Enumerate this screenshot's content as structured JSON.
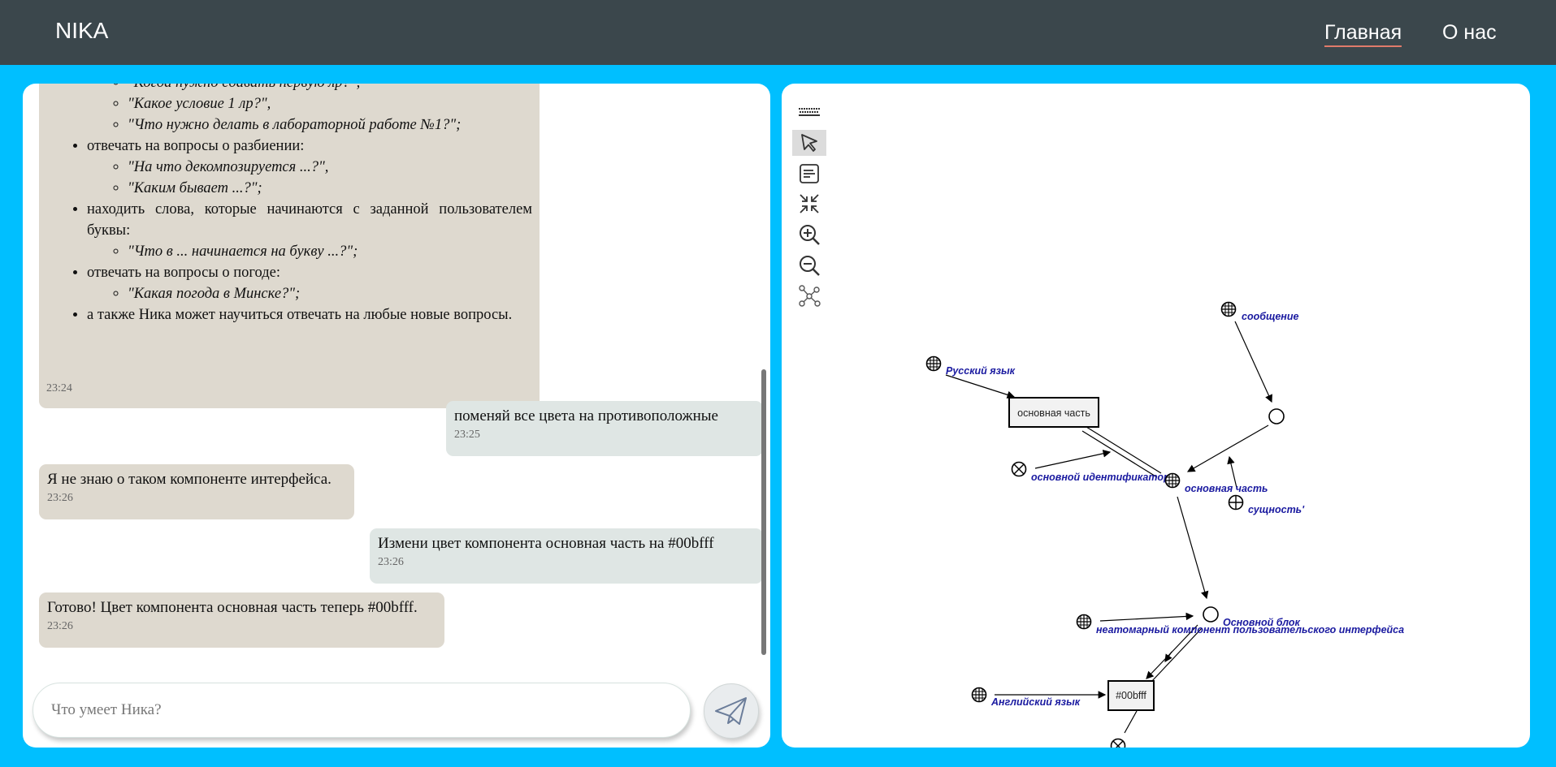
{
  "header": {
    "brand": "NIKA",
    "nav": {
      "home": "Главная",
      "about": "О нас"
    }
  },
  "chat": {
    "big_message": {
      "items": [
        {
          "type": "inner",
          "text": "\"Когда нужно сдавать первую лр?\","
        },
        {
          "type": "inner",
          "text": "\"Какое условие 1 лр?\","
        },
        {
          "type": "inner",
          "text": "\"Что нужно делать в лабораторной работе №1?\";"
        },
        {
          "type": "outer",
          "text": "отвечать на вопросы о разбиении:"
        },
        {
          "type": "inner",
          "text": "\"На что декомпозируется ...?\","
        },
        {
          "type": "inner",
          "text": "\"Каким бывает ...?\";"
        },
        {
          "type": "outer",
          "text": "находить слова, которые начинаются с заданной пользователем буквы:"
        },
        {
          "type": "inner",
          "text": "\"Что в ... начинается на букву ...?\";"
        },
        {
          "type": "outer",
          "text": "отвечать на вопросы о погоде:"
        },
        {
          "type": "inner",
          "text": "\"Какая погода в Минске?\";"
        },
        {
          "type": "outer",
          "text": "а также Ника может научиться отвечать на любые новые вопросы."
        }
      ],
      "time": "23:24"
    },
    "messages": [
      {
        "from": "user",
        "text": "поменяй все цвета на противоположные",
        "time": "23:25"
      },
      {
        "from": "bot",
        "text": "Я не знаю о таком компоненте интерфейса.",
        "time": "23:26"
      },
      {
        "from": "user",
        "text": "Измени цвет компонента основная часть на #00bfff",
        "time": "23:26"
      },
      {
        "from": "bot",
        "text": "Готово! Цвет компонента основная часть теперь #00bfff.",
        "time": "23:26"
      }
    ],
    "input": {
      "placeholder": "Что умеет Ника?",
      "value": ""
    },
    "send_icon": "paper-plane-icon"
  },
  "graph": {
    "toolbar": [
      {
        "name": "keyboard-icon",
        "active": false
      },
      {
        "name": "select-pointer-icon",
        "active": true
      },
      {
        "name": "text-note-icon",
        "active": false
      },
      {
        "name": "collapse-icon",
        "active": false
      },
      {
        "name": "zoom-in-icon",
        "active": false
      },
      {
        "name": "zoom-out-icon",
        "active": false
      },
      {
        "name": "graph-nodes-icon",
        "active": false
      }
    ],
    "labels": {
      "soobshchenie": "сообщение",
      "russian": "Русский язык",
      "main_part_box": "основная часть",
      "main_id": "основной идентификатор",
      "main_part": "основная часть",
      "entity": "сущность'",
      "main_block": "Основной блок",
      "non_atomic": "неатомарный компонент пользовательского интерфейса",
      "color_box": "#00bfff",
      "english": "Английский язык"
    }
  }
}
